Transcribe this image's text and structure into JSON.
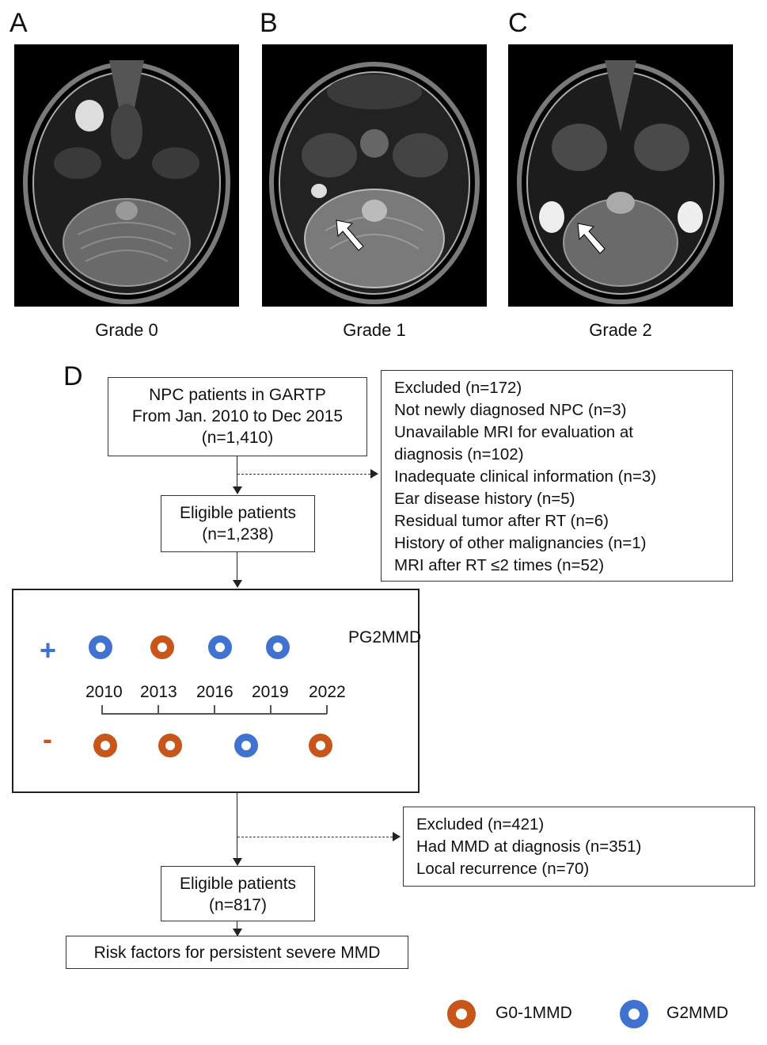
{
  "panels": {
    "a": {
      "letter": "A",
      "grade": "Grade 0"
    },
    "b": {
      "letter": "B",
      "grade": "Grade 1"
    },
    "c": {
      "letter": "C",
      "grade": "Grade 2"
    },
    "d": {
      "letter": "D"
    }
  },
  "flow": {
    "source": [
      "NPC patients in GARTP",
      "From Jan. 2010 to Dec 2015",
      "(n=1,410)"
    ],
    "eligible1": [
      "Eligible patients",
      "(n=1,238)"
    ],
    "excluded1": [
      "Excluded (n=172)",
      "Not newly diagnosed NPC (n=3)",
      "Unavailable MRI for evaluation at",
      "diagnosis (n=102)",
      "Inadequate clinical information (n=3)",
      "Ear disease history (n=5)",
      "Residual tumor after RT (n=6)",
      "History of other malignancies (n=1)",
      "MRI after RT ≤2 times (n=52)"
    ],
    "timeline": {
      "label": "PG2MMD",
      "plus": "+",
      "minus": "-",
      "years": [
        "2010",
        "2013",
        "2016",
        "2019",
        "2022"
      ]
    },
    "excluded2": [
      "Excluded (n=421)",
      "Had MMD at diagnosis (n=351)",
      "Local recurrence (n=70)"
    ],
    "eligible2": [
      "Eligible patients",
      "(n=817)"
    ],
    "outcome": "Risk factors for persistent severe MMD"
  },
  "legend": {
    "g01": "G0-1MMD",
    "g2": "G2MMD"
  },
  "colors": {
    "orange": "#c8561a",
    "blue": "#3f72d1",
    "plus": "#3f72d1",
    "minus": "#c8561a"
  }
}
